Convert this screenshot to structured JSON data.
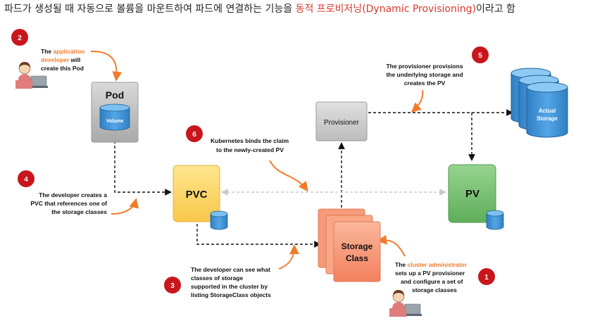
{
  "header": {
    "text_before": "파드가 생성될 때 자동으로 볼륨을 마운트하여 파드에 연결하는 기능을 ",
    "highlight": "동적 프로비저닝(Dynamic Provisioning)",
    "text_after": "이라고 함"
  },
  "colors": {
    "badge": "#c8161d",
    "accent": "#f07c2a",
    "pvc": "#ffd966",
    "pv": "#7dc379",
    "storage_class": "#f79a7a",
    "pod": "#bdbdbd",
    "cylinder": "#3b8fd3"
  },
  "nodes": {
    "pod": {
      "label": "Pod",
      "volume_label": "Volume"
    },
    "pvc": {
      "label": "PVC"
    },
    "pv": {
      "label": "PV"
    },
    "provisioner": {
      "label": "Provisioner"
    },
    "storage_class": {
      "line1": "Storage",
      "line2": "Class"
    },
    "actual_storage": {
      "line1": "Actual",
      "line2": "Storage"
    }
  },
  "steps": {
    "s1": {
      "number": "1",
      "highlight": "cluster administrator",
      "line1_prefix": "The ",
      "line2": "sets up a PV provisioner",
      "line3": "and configure a set of",
      "line4": "storage classes"
    },
    "s2": {
      "number": "2",
      "line1_prefix": "The ",
      "line1_highlight": "application",
      "line2_highlight": "developer",
      "line2_suffix": " will",
      "line3": "create this Pod"
    },
    "s3": {
      "number": "3",
      "line1": "The developer can see what",
      "line2": "classes of storage",
      "line3": "supported in the cluster by",
      "line4": "listing StorageClass objects"
    },
    "s4": {
      "number": "4",
      "line1": "The developer creates a",
      "line2": "PVC that references one of",
      "line3": "the storage classes"
    },
    "s5": {
      "number": "5",
      "line1": "The provisioner provisions",
      "line2": "the underlying storage and",
      "line3": "creates the PV"
    },
    "s6": {
      "number": "6",
      "line1": "Kubernetes binds the claim",
      "line2": "to the newly-created PV"
    }
  }
}
